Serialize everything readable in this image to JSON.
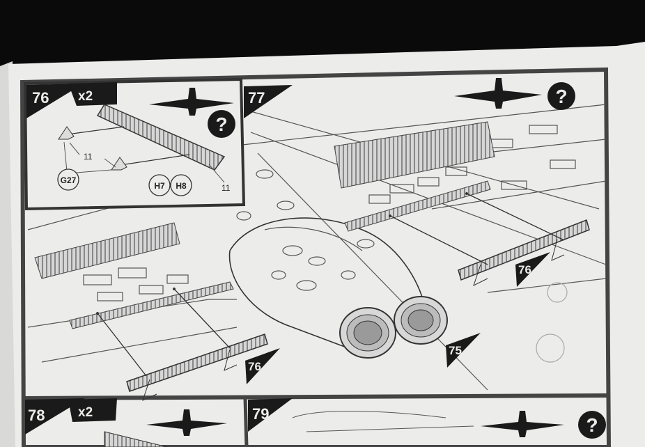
{
  "steps": {
    "step76": {
      "number": "76",
      "multiplier": "x2",
      "part_g27": "G27",
      "part_h7": "H7",
      "part_h8": "H8",
      "colour_11a": "11",
      "colour_11b": "11"
    },
    "step77": {
      "number": "77",
      "ref_75": "75",
      "ref_76_right": "76",
      "ref_76_left": "76"
    },
    "step78": {
      "number": "78",
      "multiplier": "x2"
    },
    "step79": {
      "number": "79"
    }
  },
  "icons": [
    "aircraft-silhouette-icon",
    "question-mark-icon"
  ],
  "colors": {
    "background": "#0a0a0a",
    "paper": "#ececea",
    "frame": "#3a3a3a",
    "ink": "#1a1a1a",
    "line": "#6d6d6d"
  }
}
